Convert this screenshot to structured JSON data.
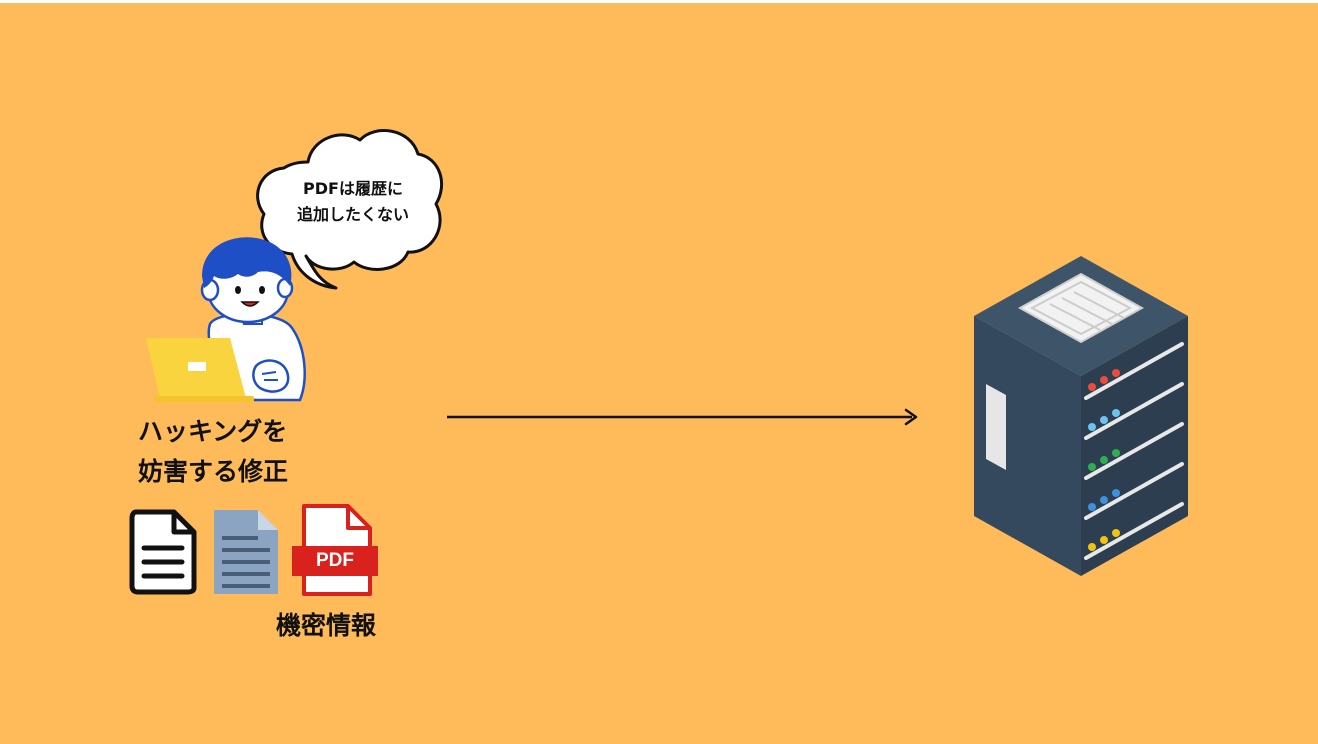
{
  "bubble": {
    "lines": [
      "PDFは履歴に",
      "追加したくない"
    ]
  },
  "caption": {
    "lines": [
      "ハッキングを",
      "妨害する修正"
    ]
  },
  "pdf_icon": {
    "label": "PDF"
  },
  "secret_label": "機密情報",
  "colors": {
    "background": "#ffbb5a",
    "server_body": "#34495e",
    "pdf_red": "#d9211d",
    "laptop_yellow": "#fad43e",
    "hair_blue": "#1f4fc6",
    "led_colors": [
      "#e84c3d",
      "#6cc3f0",
      "#2fae4f",
      "#3d8fe0",
      "#f1c40f"
    ]
  }
}
